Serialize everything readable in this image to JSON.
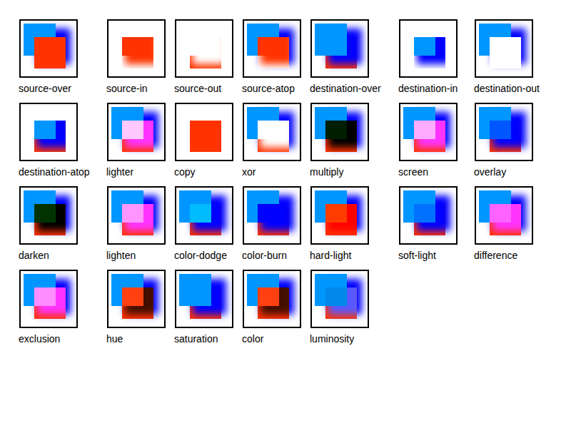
{
  "diagram": {
    "labels": [
      "source-over",
      "source-in",
      "source-out",
      "source-atop",
      "destination-over",
      "destination-in",
      "destination-out",
      "destination-atop",
      "lighter",
      "copy",
      "xor",
      "multiply",
      "screen",
      "overlay",
      "darken",
      "lighten",
      "color-dodge",
      "color-burn",
      "hard-light",
      "soft-light",
      "difference",
      "exclusion",
      "hue",
      "saturation",
      "color",
      "luminosity"
    ]
  }
}
